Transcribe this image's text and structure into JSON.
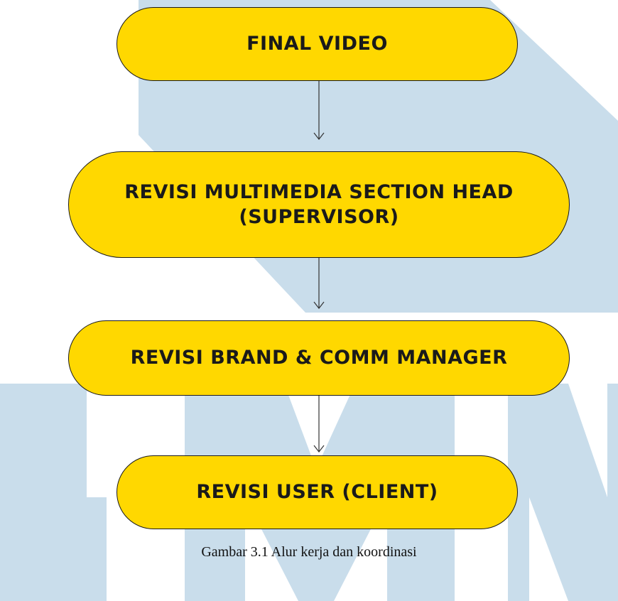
{
  "diagram": {
    "nodes": [
      {
        "id": "n1",
        "lines": [
          "FINAL VIDEO"
        ]
      },
      {
        "id": "n2",
        "lines": [
          "REVISI MULTIMEDIA SECTION HEAD",
          "(SUPERVISOR)"
        ]
      },
      {
        "id": "n3",
        "lines": [
          "REVISI BRAND & COMM MANAGER"
        ]
      },
      {
        "id": "n4",
        "lines": [
          "REVISI USER (CLIENT)"
        ]
      }
    ],
    "edges": [
      {
        "from": "n1",
        "to": "n2"
      },
      {
        "from": "n2",
        "to": "n3"
      },
      {
        "from": "n3",
        "to": "n4"
      }
    ]
  },
  "caption": "Gambar 3.1 Alur kerja dan koordinasi",
  "colors": {
    "node_fill": "#ffd800",
    "node_border": "#1a1a1a",
    "watermark": "#c9ddeb"
  },
  "watermark_text": "UMN"
}
